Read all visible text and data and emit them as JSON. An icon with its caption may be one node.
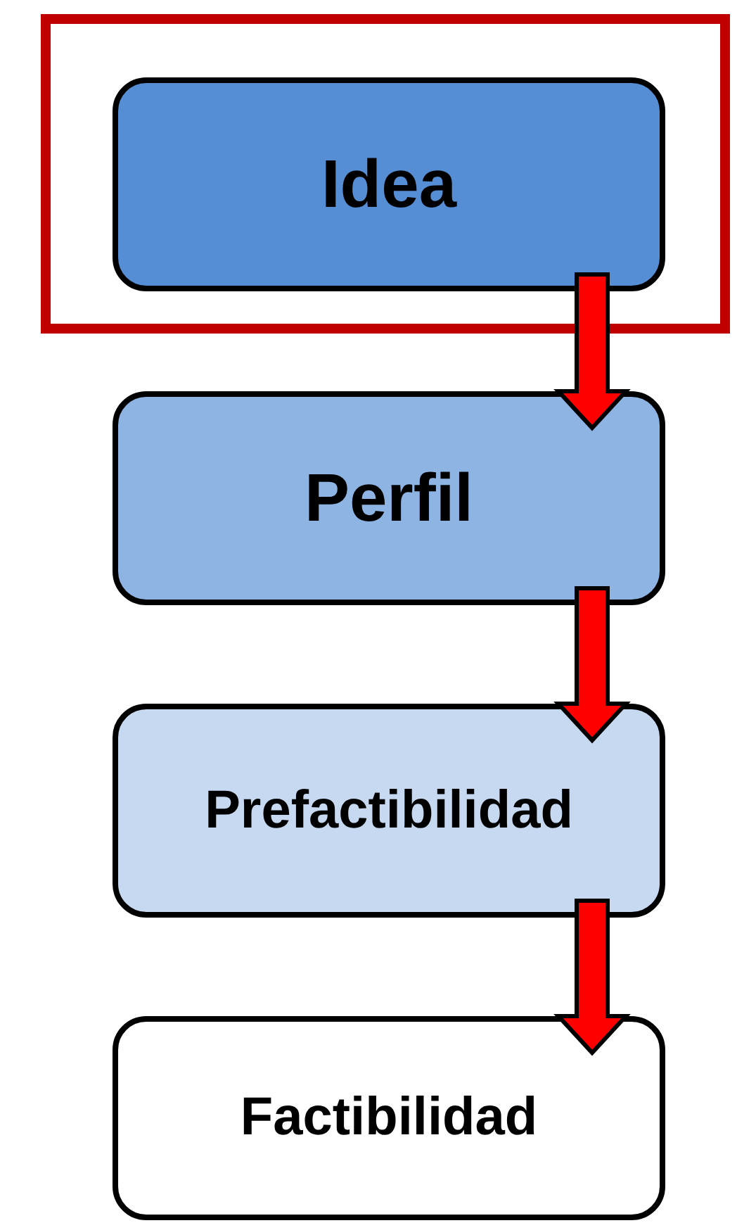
{
  "diagram": {
    "nodes": [
      {
        "text": [],
        "shape": "box"
      },
      {
        "text": [
          "Idea"
        ],
        "in": 0
      },
      {
        "text": [
          "Perfil"
        ]
      },
      {
        "text": [
          "Prefactibilidad"
        ]
      },
      {
        "text": [
          "Factibilidad"
        ]
      }
    ],
    "edges": [
      {
        "from": 1,
        "to": 2,
        "arrow": "to"
      },
      {
        "from": 2,
        "to": 3,
        "arrow": "to"
      },
      {
        "from": 3,
        "to": 4,
        "arrow": "to"
      }
    ]
  }
}
